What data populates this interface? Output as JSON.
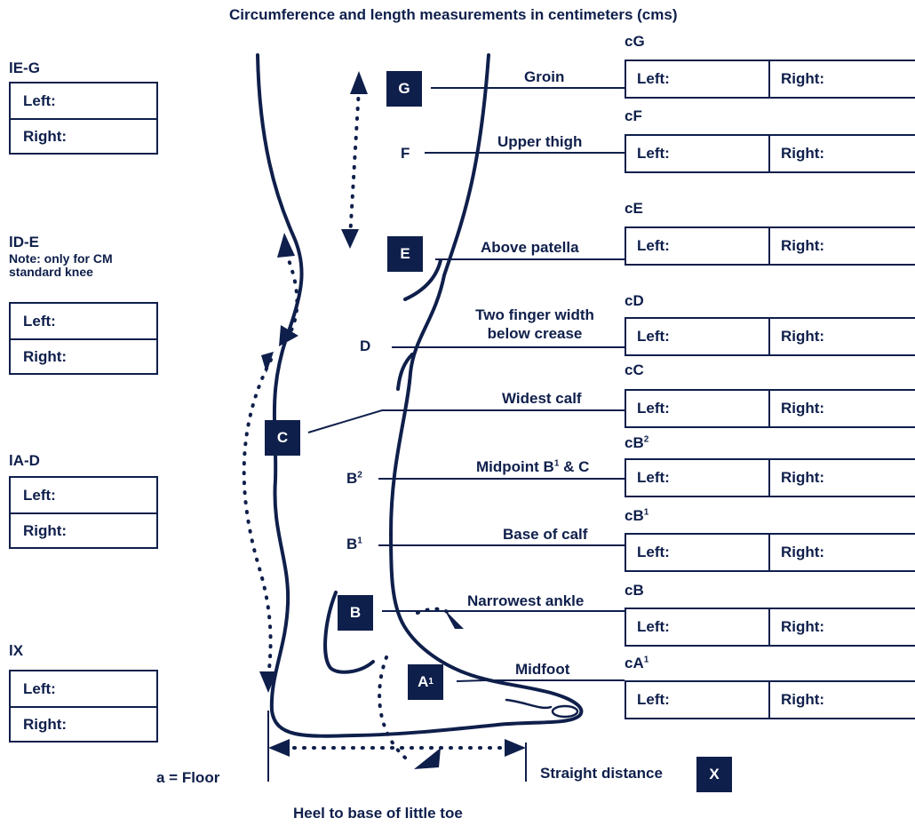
{
  "title": "Circumference and length measurements in centimeters (cms)",
  "colors": {
    "navy": "#0f1f4b",
    "background": "#ffffff"
  },
  "cell_labels": {
    "left": "Left:",
    "right": "Right:"
  },
  "length_boxes": [
    {
      "label": "lE-G",
      "note": ""
    },
    {
      "label": "lD-E",
      "note": "Note: only for CM standard knee"
    },
    {
      "label": "lA-D",
      "note": ""
    },
    {
      "label": "lX",
      "note": ""
    }
  ],
  "circumference_boxes": [
    {
      "label": "cG",
      "sup": ""
    },
    {
      "label": "cF",
      "sup": ""
    },
    {
      "label": "cE",
      "sup": ""
    },
    {
      "label": "cD",
      "sup": ""
    },
    {
      "label": "cC",
      "sup": ""
    },
    {
      "label": "cB",
      "sup": "2"
    },
    {
      "label": "cB",
      "sup": "1"
    },
    {
      "label": "cB",
      "sup": ""
    },
    {
      "label": "cA",
      "sup": "1"
    }
  ],
  "measure_points": [
    {
      "text": "Groin"
    },
    {
      "text": "Upper thigh"
    },
    {
      "text": "Above patella"
    },
    {
      "text": "Two finger width below crease"
    },
    {
      "text": "Widest calf"
    },
    {
      "text": "Midpoint B",
      "sup": "1",
      "tail": " & C"
    },
    {
      "text": "Base of calf"
    },
    {
      "text": "Narrowest ankle"
    },
    {
      "text": "Midfoot"
    }
  ],
  "markers": {
    "G": "G",
    "E": "E",
    "C": "C",
    "B": "B",
    "A1": {
      "text": "A",
      "sup": "1"
    },
    "X": "X"
  },
  "plain_points": {
    "F": "F",
    "D": "D",
    "B2": {
      "text": "B",
      "sup": "2"
    },
    "B1": {
      "text": "B",
      "sup": "1"
    }
  },
  "bottom": {
    "floor": "a = Floor",
    "straight_distance": "Straight distance",
    "heel_to_toe": "Heel to base of little toe"
  }
}
